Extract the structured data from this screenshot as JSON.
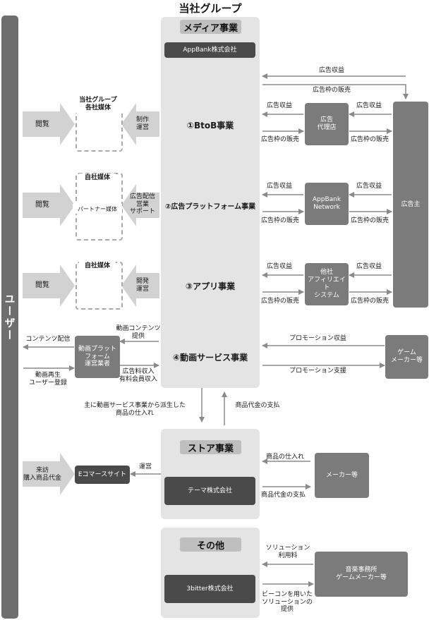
{
  "title": "当社グループ",
  "user_bar": "ユーザー",
  "media": {
    "header": "メディア事業",
    "company": "AppBank株式会社",
    "b2b": "①BtoB事業",
    "adplat": "②広告プラットフォーム事業",
    "app": "③アプリ事業",
    "video": "④動画サービス事業"
  },
  "left": {
    "browse": "閲覧",
    "group_media_l1": "当社グループ",
    "group_media_l2": "各社媒体",
    "own_media_1": "自社媒体",
    "partner_media": "パートナー媒体",
    "own_media_3": "自社媒体",
    "production_l1": "制作",
    "production_l2": "運営",
    "adsales_l1": "広告配信",
    "adsales_l2": "営業",
    "adsales_l3": "サポート",
    "dev_l1": "開発",
    "dev_l2": "運営",
    "video_op_l1": "動画プラット",
    "video_op_l2": "フォーム",
    "video_op_l3": "運営業者",
    "video_content_l1": "動画コンテンツ",
    "video_content_l2": "提供",
    "content_delivery": "コンテンツ配信",
    "video_play_l1": "動画再生",
    "video_play_l2": "ユーザー登録",
    "ad_fee_l1": "広告料収入",
    "ad_fee_l2": "有料会員収入",
    "visit_l1": "来訪",
    "visit_l2": "購入商品代金",
    "ecommerce": "Eコマースサイト",
    "operation": "運営"
  },
  "right": {
    "ad_revenue": "広告収益",
    "ad_slot_sales": "広告枠の販売",
    "agency_l1": "広告",
    "agency_l2": "代理店",
    "network_l1": "AppBank",
    "network_l2": "Network",
    "affiliate_l1": "他社",
    "affiliate_l2": "アフィリエイト",
    "affiliate_l3": "システム",
    "advertiser": "広告主",
    "promo_revenue": "プロモーション収益",
    "promo_support": "プロモーション支援",
    "game_maker_l1": "ゲーム",
    "game_maker_l2": "メーカー等",
    "goods_purchase": "商品の仕入れ",
    "goods_payment": "商品代金の支払",
    "maker": "メーカー等",
    "solution_fee_l1": "ソリューション",
    "solution_fee_l2": "利用料",
    "beacon_l1": "ビーコンを用いた",
    "beacon_l2": "ソリューションの",
    "beacon_l3": "提供",
    "music_l1": "音楽事務所",
    "music_l2": "ゲームメーカー等"
  },
  "mid": {
    "derived_l1": "主に動画サービス事業から派生した",
    "derived_l2": "商品の仕入れ",
    "payment": "商品代金の支払"
  },
  "store": {
    "header": "ストア事業",
    "company": "テーマ株式会社"
  },
  "other": {
    "header": "その他",
    "company": "3bitter株式会社"
  }
}
